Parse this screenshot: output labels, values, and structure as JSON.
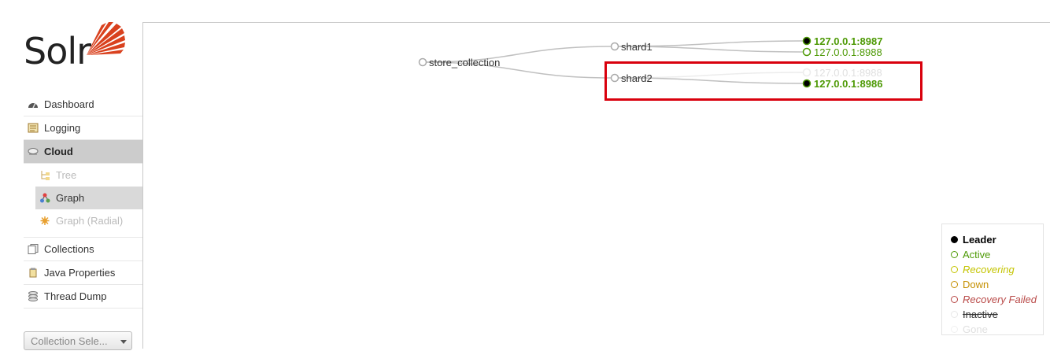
{
  "logo": {
    "text": "Solr"
  },
  "nav": {
    "items": [
      {
        "label": "Dashboard",
        "icon": "dashboard-icon"
      },
      {
        "label": "Logging",
        "icon": "logging-icon"
      },
      {
        "label": "Cloud",
        "icon": "cloud-icon",
        "active": true
      }
    ],
    "cloud_sub": [
      {
        "label": "Tree",
        "icon": "tree-icon",
        "disabled": true
      },
      {
        "label": "Graph",
        "icon": "graph-icon",
        "active": true
      },
      {
        "label": "Graph (Radial)",
        "icon": "graph-radial-icon",
        "disabled": true
      }
    ],
    "items_bottom": [
      {
        "label": "Collections",
        "icon": "collections-icon"
      },
      {
        "label": "Java Properties",
        "icon": "java-properties-icon"
      },
      {
        "label": "Thread Dump",
        "icon": "thread-dump-icon"
      }
    ],
    "collection_selector": "Collection Sele..."
  },
  "graph": {
    "collection": "store_collection",
    "shards": [
      {
        "name": "shard1",
        "replicas": [
          {
            "address": "127.0.0.1:8987",
            "state": "leader-active"
          },
          {
            "address": "127.0.0.1:8988",
            "state": "active"
          }
        ]
      },
      {
        "name": "shard2",
        "replicas": [
          {
            "address": "127.0.0.1:8988",
            "state": "gone"
          },
          {
            "address": "127.0.0.1:8986",
            "state": "leader-active"
          }
        ]
      }
    ]
  },
  "legend": {
    "items": [
      {
        "label": "Leader",
        "color": "#000000",
        "style": "bold"
      },
      {
        "label": "Active",
        "color": "#4e9a06",
        "style": "normal"
      },
      {
        "label": "Recovering",
        "color": "#c4c400",
        "style": "italic"
      },
      {
        "label": "Down",
        "color": "#c48f00",
        "style": "normal"
      },
      {
        "label": "Recovery Failed",
        "color": "#b94a48",
        "style": "italic"
      },
      {
        "label": "Inactive",
        "color": "#333333",
        "style": "strike"
      },
      {
        "label": "Gone",
        "color": "#e0e0e0",
        "style": "normal"
      }
    ]
  },
  "colors": {
    "active": "#4e9a06",
    "link": "#c0c0c0",
    "highlight": "#d9000d"
  }
}
